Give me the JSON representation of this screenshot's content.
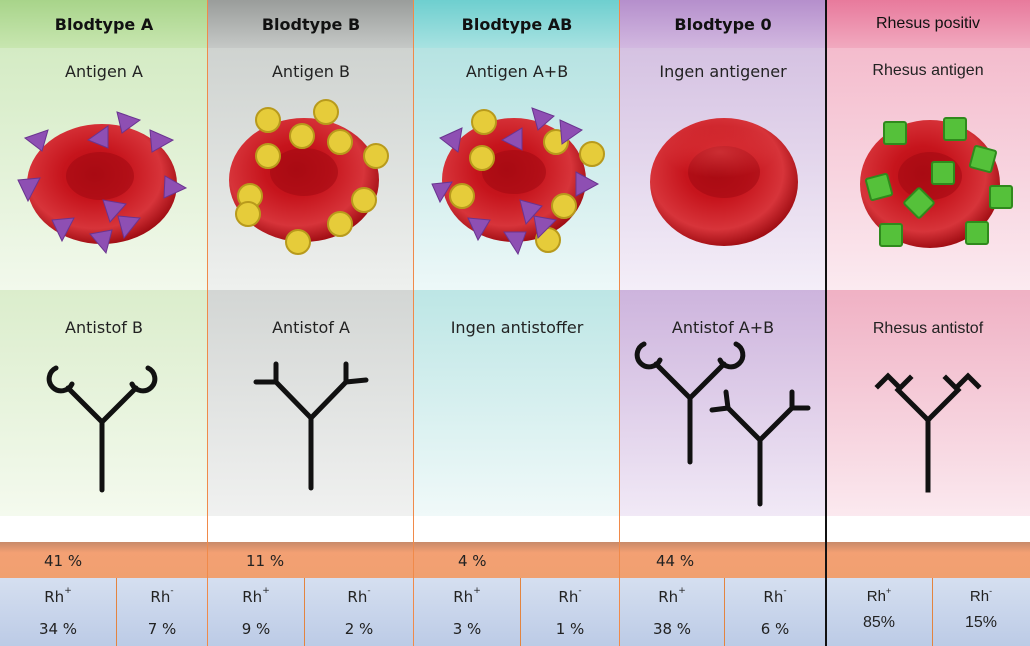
{
  "columns": [
    {
      "title": "Blodtype A",
      "antigen": "Antigen A",
      "antibody": "Antistof B",
      "percent": "41 %",
      "rh_plus_label": "Rh",
      "rh_minus_label": "Rh",
      "rh_plus": "34 %",
      "rh_minus": "7 %"
    },
    {
      "title": "Blodtype B",
      "antigen": "Antigen B",
      "antibody": "Antistof A",
      "percent": "11 %",
      "rh_plus_label": "Rh",
      "rh_minus_label": "Rh",
      "rh_plus": "9 %",
      "rh_minus": "2 %"
    },
    {
      "title": "Blodtype AB",
      "antigen": "Antigen A+B",
      "antibody": "Ingen antistoffer",
      "percent": "4 %",
      "rh_plus_label": "Rh",
      "rh_minus_label": "Rh",
      "rh_plus": "3 %",
      "rh_minus": "1 %"
    },
    {
      "title": "Blodtype 0",
      "antigen": "Ingen antigener",
      "antibody": "Antistof A+B",
      "percent": "44 %",
      "rh_plus_label": "Rh",
      "rh_minus_label": "Rh",
      "rh_plus": "38 %",
      "rh_minus": "6 %"
    },
    {
      "title": "Rhesus positiv",
      "antigen": "Rhesus antigen",
      "antibody": "Rhesus antistof",
      "percent": "",
      "rh_plus_label": "Rh",
      "rh_minus_label": "Rh",
      "rh_plus": "85%",
      "rh_minus": "15%"
    }
  ],
  "sup_plus": "+",
  "sup_minus": "-",
  "colors": {
    "cell": "#c0121a",
    "antigen_a": "#8e4fb3",
    "antigen_b": "#e6cc3a",
    "rhesus": "#55c13a",
    "separator": "#f08a4a"
  }
}
